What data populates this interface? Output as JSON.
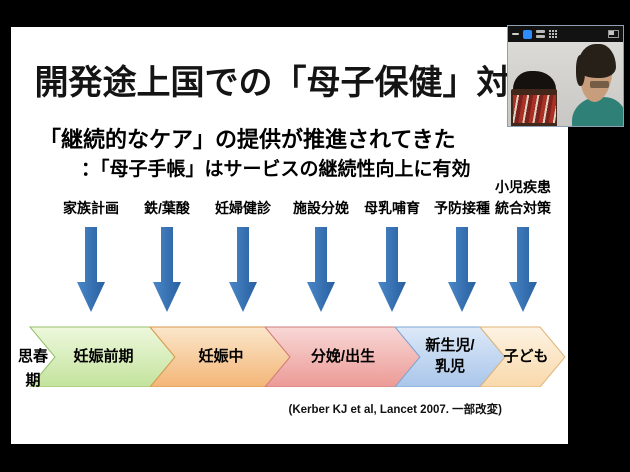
{
  "slide": {
    "title": "開発途上国での「母子保健」対策",
    "subtitle_line1": "「継続的なケア」の提供が推進されてきた",
    "subtitle_line2": "：「母子手帳」はサービスの継続性向上に有効",
    "interventions": [
      {
        "label": "家族計画"
      },
      {
        "label": "鉄/葉酸"
      },
      {
        "label": "妊婦健診"
      },
      {
        "label": "施設分娩"
      },
      {
        "label": "母乳哺育"
      },
      {
        "label": "予防接種"
      },
      {
        "label": "小児疾患統合対策",
        "line1": "小児疾患",
        "line2": "統合対策"
      }
    ],
    "arrow": {
      "color_light": "#4a87c8",
      "color_dark": "#285f9f"
    },
    "stages": {
      "outside_label": "思春期",
      "items": [
        {
          "label": "妊娠前期",
          "top": "#eef8dd",
          "bottom": "#c3e39c",
          "border": "#94be68"
        },
        {
          "label": "妊娠中",
          "top": "#fbe7cb",
          "bottom": "#f3b577",
          "border": "#d99a4e"
        },
        {
          "label": "分娩/出生",
          "top": "#f8d8d6",
          "bottom": "#ec9a96",
          "border": "#cf7e7c"
        },
        {
          "label": "新生児/乳児",
          "line1": "新生児/",
          "line2": "乳児",
          "top": "#dde9f8",
          "bottom": "#a9c6ea",
          "border": "#7da7d9"
        },
        {
          "label": "子ども",
          "top": "#fdf3e3",
          "bottom": "#f9d9ab",
          "border": "#e0b377"
        }
      ]
    },
    "citation": "(Kerber  KJ et al, Lancet 2007. 一部改変)"
  },
  "webcam": {
    "toolbar": {
      "icons": [
        "minimize-icon",
        "minimal-view-icon",
        "speaker-view-icon",
        "gallery-view-icon",
        "exit-minimized-video-icon"
      ],
      "active_color": "#2d8cff"
    }
  }
}
